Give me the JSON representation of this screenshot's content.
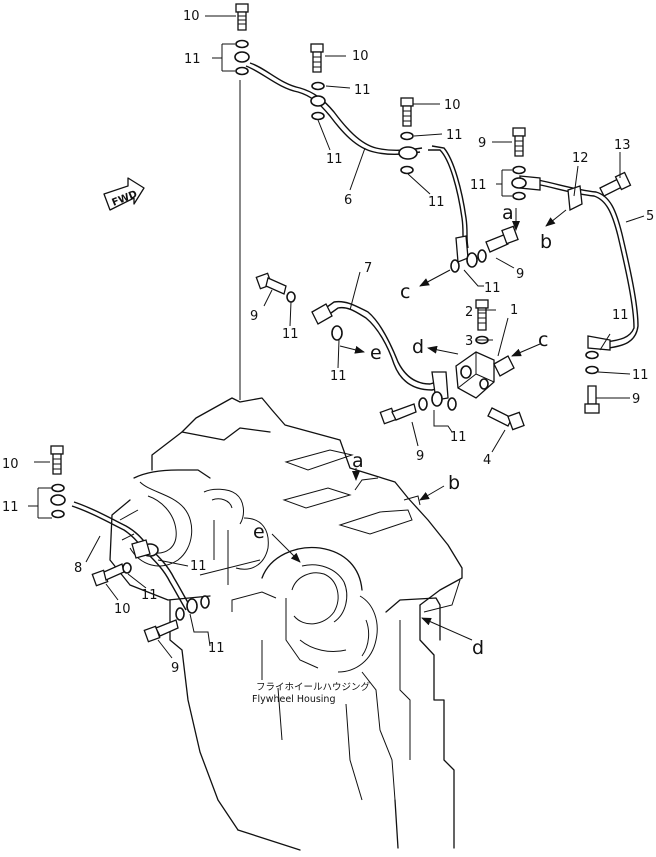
{
  "fwd_label": "FWD",
  "caption": {
    "japanese": "フライホイールハウジング",
    "english": "Flywheel  Housing"
  },
  "callouts": {
    "c1": "10",
    "c2": "11",
    "c3": "10",
    "c4": "11",
    "c5": "11",
    "c6": "10",
    "c7": "11",
    "c8": "6",
    "c9": "11",
    "c10": "9",
    "c11": "11",
    "c12": "12",
    "c13": "13",
    "c14": "5",
    "c15": "9",
    "c16": "11",
    "c17": "7",
    "c18": "9",
    "c19": "11",
    "c20": "11",
    "c21": "2",
    "c22": "3",
    "c23": "1",
    "c24": "11",
    "c25": "11",
    "c26": "9",
    "c27": "9",
    "c28": "11",
    "c29": "4",
    "c30": "10",
    "c31": "11",
    "c32": "8",
    "c33": "11",
    "c34": "10",
    "c35": "11",
    "c36": "9",
    "c37": "11"
  },
  "letters": {
    "l1": "a",
    "l2": "b",
    "l3": "c",
    "l4": "d",
    "l5": "c",
    "l6": "e",
    "l7": "a",
    "l8": "b",
    "l9": "e",
    "l10": "d"
  }
}
